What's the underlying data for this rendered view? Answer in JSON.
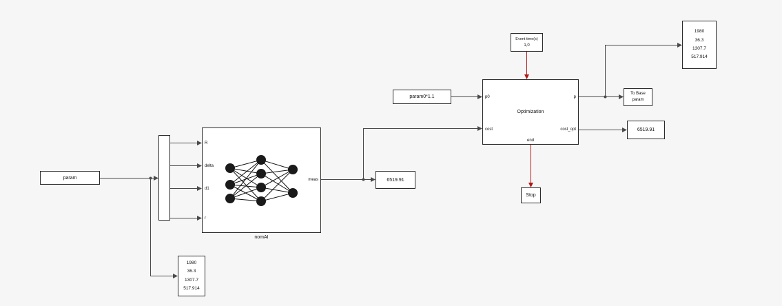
{
  "diagram": {
    "blocks": {
      "param": {
        "label": "param"
      },
      "nomai": {
        "label": "nomAI",
        "ports": {
          "in1": "R",
          "in2": "delta",
          "in3": "d1",
          "in4": "r",
          "out1": "meas"
        }
      },
      "display_meas": {
        "value": "6519.91"
      },
      "display_param": {
        "lines": [
          "1980",
          "36.3",
          "1307.7",
          "517.914"
        ]
      },
      "param0": {
        "label": "param0*1.1"
      },
      "event_time": {
        "line1": "Event time(s)",
        "line2": "1,0"
      },
      "optimization": {
        "label": "Optimization",
        "ports": {
          "p0": "p0",
          "cost": "cost",
          "p": "p",
          "cost_opt": "cost_opt",
          "end": "end"
        }
      },
      "stop": {
        "label": "Stop"
      },
      "to_base": {
        "line1": "To Base",
        "line2": "param"
      },
      "display_p": {
        "lines": [
          "1980",
          "36.3",
          "1307.7",
          "517.914"
        ]
      },
      "display_cost": {
        "value": "6519.91"
      }
    },
    "colors": {
      "background": "#f6f6f7",
      "block_bg": "#ffffff",
      "block_border": "#2b2b2b",
      "wire": "#4a4a4a",
      "event_wire": "#b01717",
      "node_fill": "#1a1a1a"
    }
  }
}
